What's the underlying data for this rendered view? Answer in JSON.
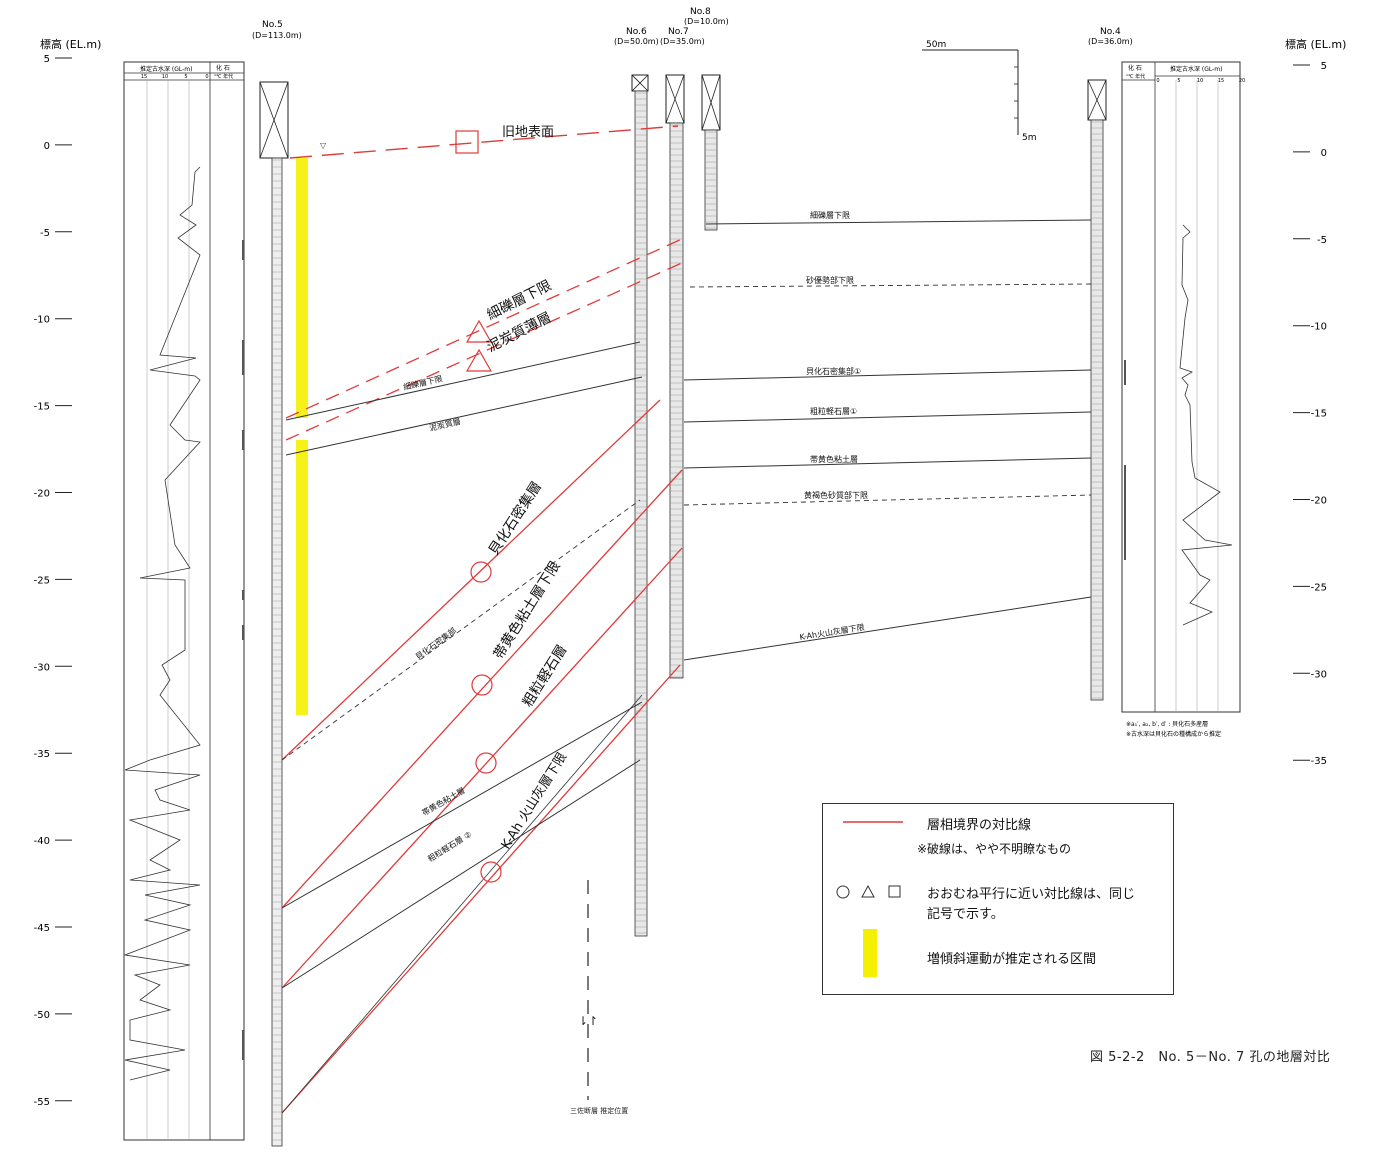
{
  "left_axis_label": "標高 (EL.m)",
  "right_axis_label": "標高 (EL.m)",
  "left_ticks": [
    "5",
    "0",
    "-5",
    "-10",
    "-15",
    "-20",
    "-25",
    "-30",
    "-35",
    "-40",
    "-45",
    "-50",
    "-55"
  ],
  "right_ticks": [
    "5",
    "0",
    "-5",
    "-10",
    "-15",
    "-20",
    "-25",
    "-30",
    "-35"
  ],
  "boreholes": {
    "no5": {
      "name": "No.5",
      "depth": "(D=113.0m)"
    },
    "no6": {
      "name": "No.6",
      "depth": "(D=50.0m)"
    },
    "no7": {
      "name": "No.7",
      "depth": "(D=35.0m)"
    },
    "no8": {
      "name": "No.8",
      "depth": "(D=10.0m)"
    },
    "no4": {
      "name": "No.4",
      "depth": "(D=36.0m)"
    }
  },
  "left_panel": {
    "header_water": "推定古水深 (GL-m)",
    "header_fossil": "化 石",
    "header_c14": "¹⁴C 年代",
    "scale": [
      "15",
      "10",
      "5",
      "0"
    ]
  },
  "right_panel": {
    "header_fossil": "化 石",
    "header_c14": "¹⁴C 年代",
    "header_water": "推定古水深 (GL-m)",
    "scale": [
      "0",
      "5",
      "10",
      "15",
      "20"
    ],
    "notes": [
      "※a₁′, a₂, b′, d′ : 貝化石多産層",
      "※古水深は貝化石の種構成から推定"
    ]
  },
  "scale_bar": {
    "h_label": "50m",
    "v_label": "5m"
  },
  "red_labels": [
    "旧地表面",
    "細礫層下限",
    "泥炭質薄層",
    "貝化石密集層",
    "帯黄色粘土層下限",
    "粗粒軽石層",
    "K-Ah 火山灰層下限"
  ],
  "black_labels": [
    "細礫層下限",
    "泥炭質層",
    "貝化石密集部",
    "帯黄色粘土層",
    "粗粒軽石層 ②"
  ],
  "right_labels": [
    "細礫層下限",
    "砂優勢部下限",
    "貝化石密集部①",
    "粗粒軽石層①",
    "帯黄色粘土層",
    "黄褐色砂質部下限",
    "K-Ah火山灰層下限"
  ],
  "fault": {
    "label": "三佐断層 推定位置",
    "symbol": "⇂↾"
  },
  "legend": {
    "line_label": "層相境界の対比線",
    "dash_note": "※破線は、やや不明瞭なもの",
    "symbols": "○  △  □",
    "symbol_text_1": "おおむね平行に近い対比線は、同じ",
    "symbol_text_2": "記号で示す。",
    "yellow_text": "増傾斜運動が推定される区間"
  },
  "colors": {
    "red": "#e03a3a",
    "yellow": "#f4f000",
    "line": "#333333"
  },
  "caption": "図 5-2-2　No. 5－No. 7 孔の地層対比"
}
